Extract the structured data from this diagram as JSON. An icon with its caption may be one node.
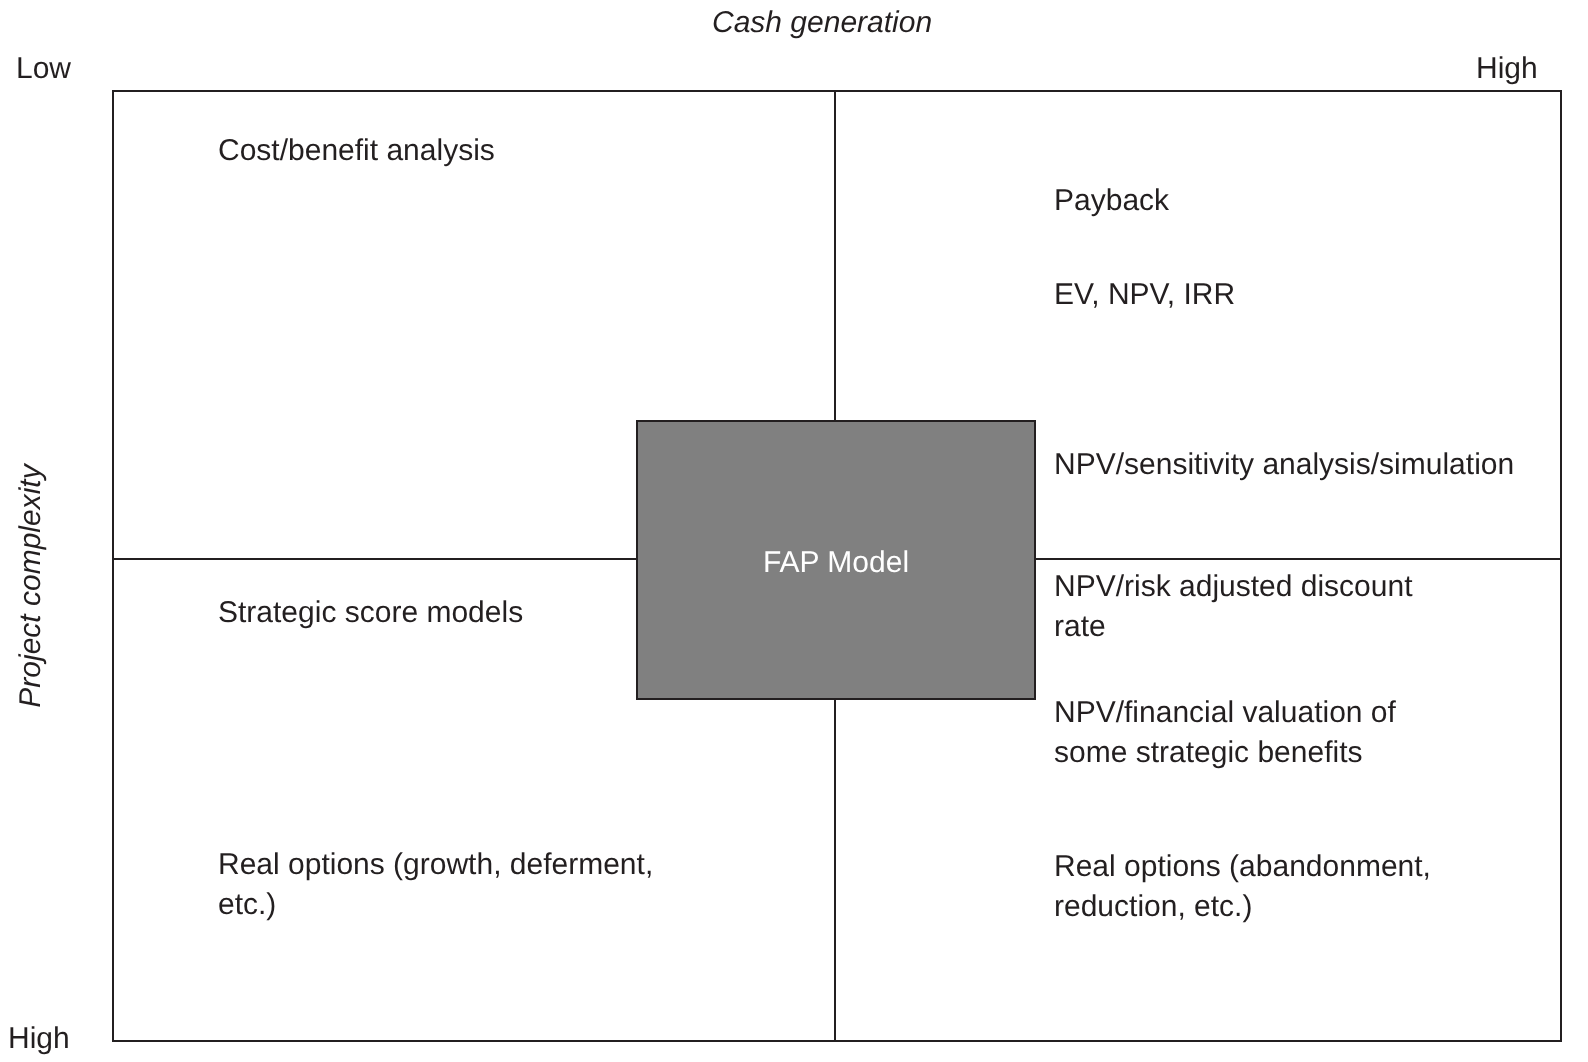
{
  "diagram": {
    "title": "Cash generation",
    "nodes": [
      {
        "text": [
          "Cost/benefit analysis"
        ]
      },
      {
        "text": [
          "Payback",
          "EV, NPV, IRR",
          "NPV/sensitivity analysis/simulation"
        ]
      },
      {
        "text": [
          "Strategic score models",
          "Real options (growth, deferment, etc.)"
        ]
      },
      {
        "text": [
          "NPV/risk adjusted discount rate",
          "NPV/financial valuation of some strategic benefits",
          "Real options (abandonment, reduction, etc.)"
        ]
      },
      {
        "text": [
          "FAP Model"
        ]
      }
    ],
    "edges": [],
    "labels": [
      "Low",
      "High",
      "Project complexity",
      "High"
    ]
  }
}
